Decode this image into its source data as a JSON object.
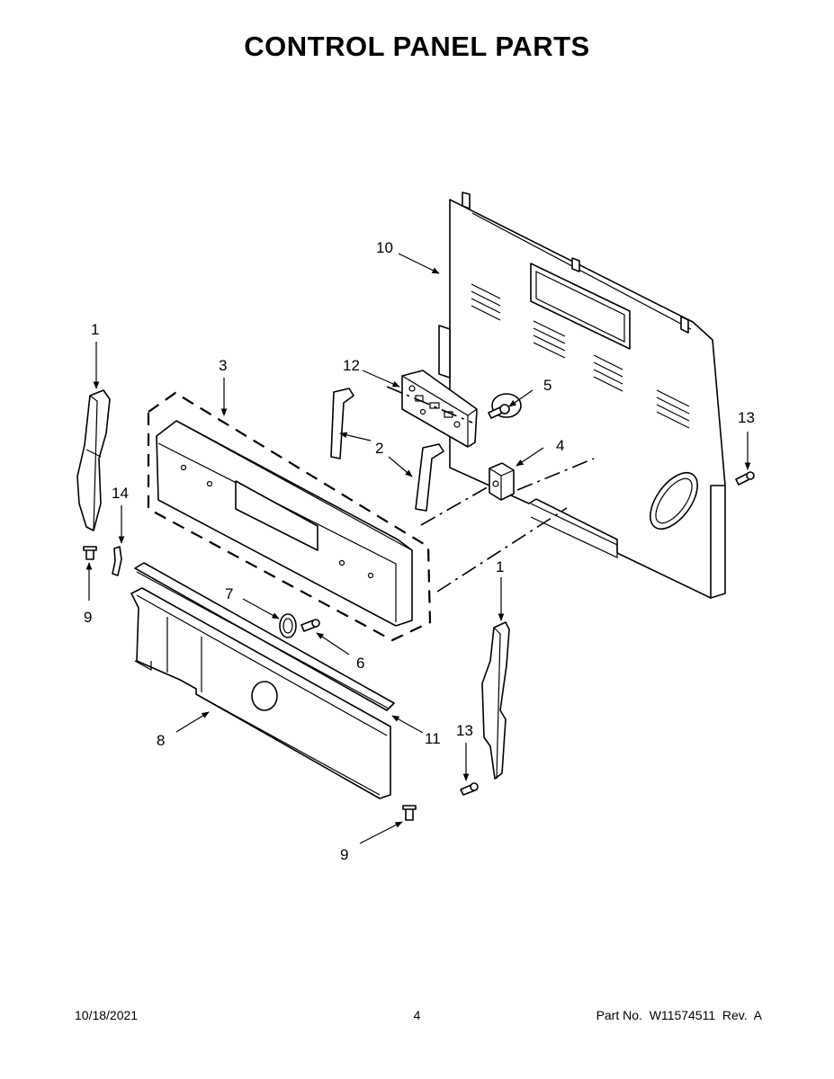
{
  "header": {
    "title": "CONTROL PANEL PARTS"
  },
  "callouts": [
    {
      "id": "1a",
      "label": "1"
    },
    {
      "id": "1b",
      "label": "1"
    },
    {
      "id": "2",
      "label": "2"
    },
    {
      "id": "3",
      "label": "3"
    },
    {
      "id": "4",
      "label": "4"
    },
    {
      "id": "5",
      "label": "5"
    },
    {
      "id": "6",
      "label": "6"
    },
    {
      "id": "7",
      "label": "7"
    },
    {
      "id": "8",
      "label": "8"
    },
    {
      "id": "9a",
      "label": "9"
    },
    {
      "id": "9b",
      "label": "9"
    },
    {
      "id": "10",
      "label": "10"
    },
    {
      "id": "11",
      "label": "11"
    },
    {
      "id": "12",
      "label": "12"
    },
    {
      "id": "13a",
      "label": "13"
    },
    {
      "id": "13b",
      "label": "13"
    },
    {
      "id": "14",
      "label": "14"
    }
  ],
  "footer": {
    "date": "10/18/2021",
    "page": "4",
    "part_no": "Part No.  W11574511  Rev.  A"
  }
}
